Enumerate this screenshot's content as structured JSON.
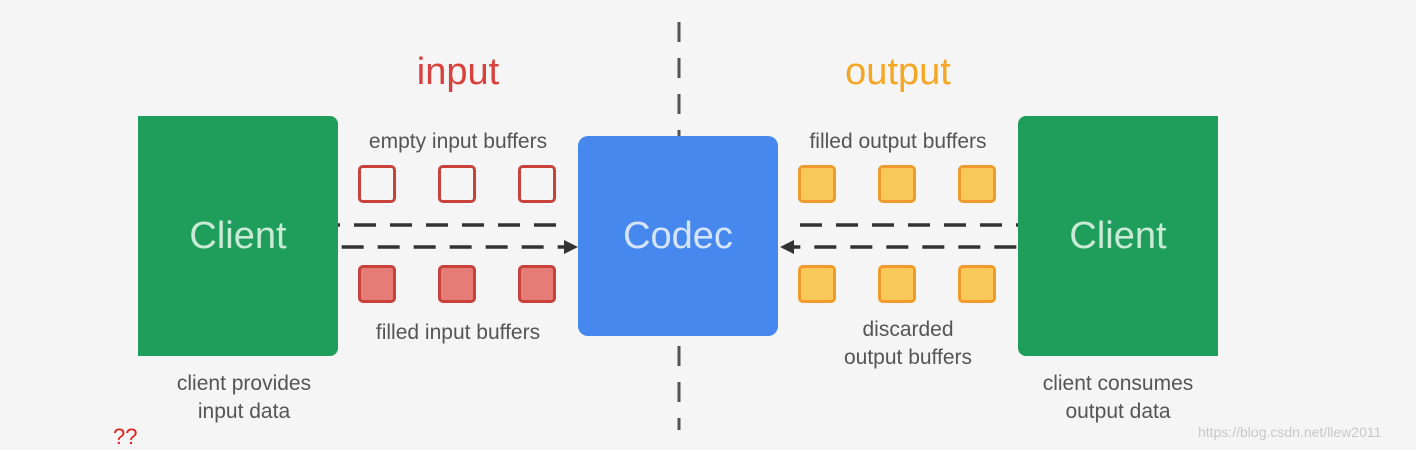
{
  "colors": {
    "client": "#1f9d5a",
    "codec": "#4688ee",
    "input_accent": "#d9413c",
    "input_filled": "#e57c76",
    "output_accent": "#f5a623",
    "output_fill": "#f8c95a",
    "output_border": "#ef9a2c",
    "arrow": "#333333",
    "divider": "#555555"
  },
  "headers": {
    "input": "input",
    "output": "output"
  },
  "blocks": {
    "client_left": "Client",
    "codec": "Codec",
    "client_right": "Client"
  },
  "labels": {
    "empty_input": "empty input buffers",
    "filled_input": "filled input buffers",
    "filled_output": "filled output buffers",
    "discarded_line1": "discarded",
    "discarded_line2": "output buffers",
    "client_provides_line1": "client provides",
    "client_provides_line2": "input data",
    "client_consumes_line1": "client consumes",
    "client_consumes_line2": "output data"
  },
  "marks": {
    "question": "??",
    "watermark": "https://blog.csdn.net/llew2011"
  }
}
